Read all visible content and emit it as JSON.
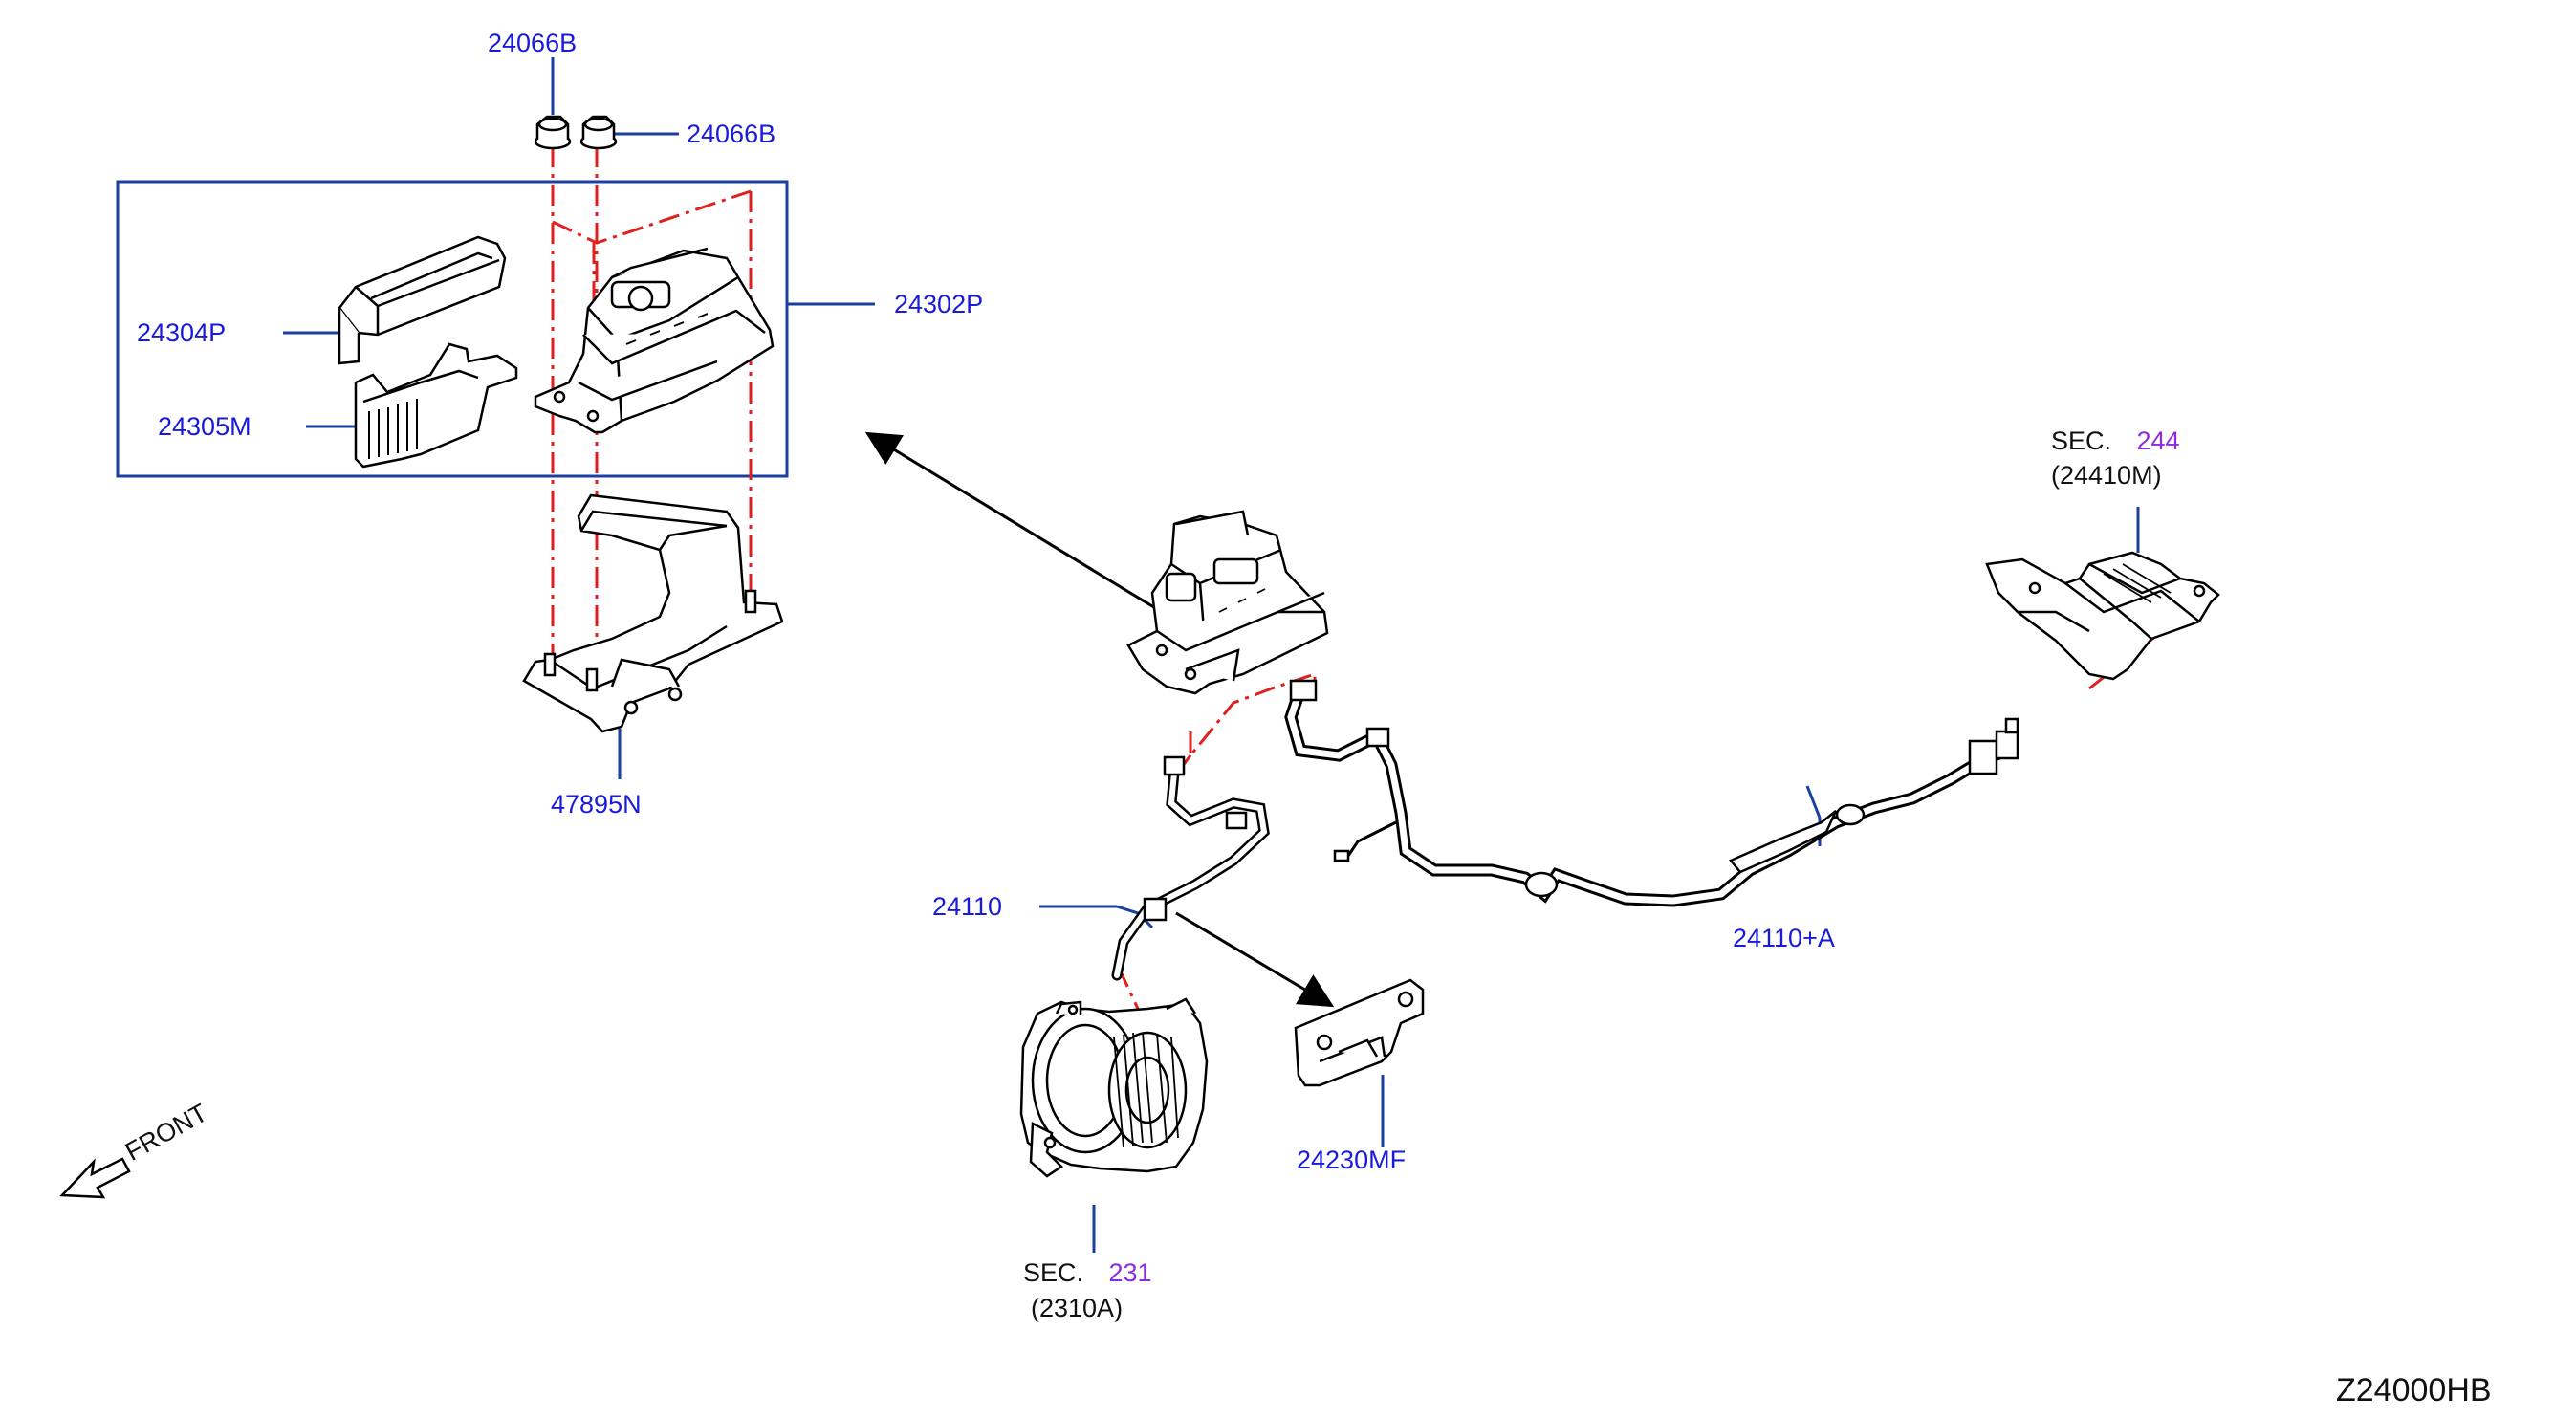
{
  "labels": {
    "bolt_top": "24066B",
    "bolt_side": "24066B",
    "fuse_cover": "24304P",
    "fuse_bracket": "24305M",
    "fuse_assembly": "24302P",
    "bracket_lower": "47895N",
    "harness_alt": "24110",
    "harness_main": "24110+A",
    "bracket_small": "24230MF"
  },
  "references": {
    "sec_244": {
      "prefix": "SEC.",
      "number": "244",
      "sub": "(24410M)"
    },
    "sec_231": {
      "prefix": "SEC.",
      "number": "231",
      "sub": "(2310A)"
    }
  },
  "front_label": "FRONT",
  "diagram_code": "Z24000HB",
  "colors": {
    "label": "#1a1adb",
    "section_number": "#8a2be2",
    "leader": "#1a3fa0",
    "dash_chain": "#e0201c",
    "outline": "#000000"
  }
}
